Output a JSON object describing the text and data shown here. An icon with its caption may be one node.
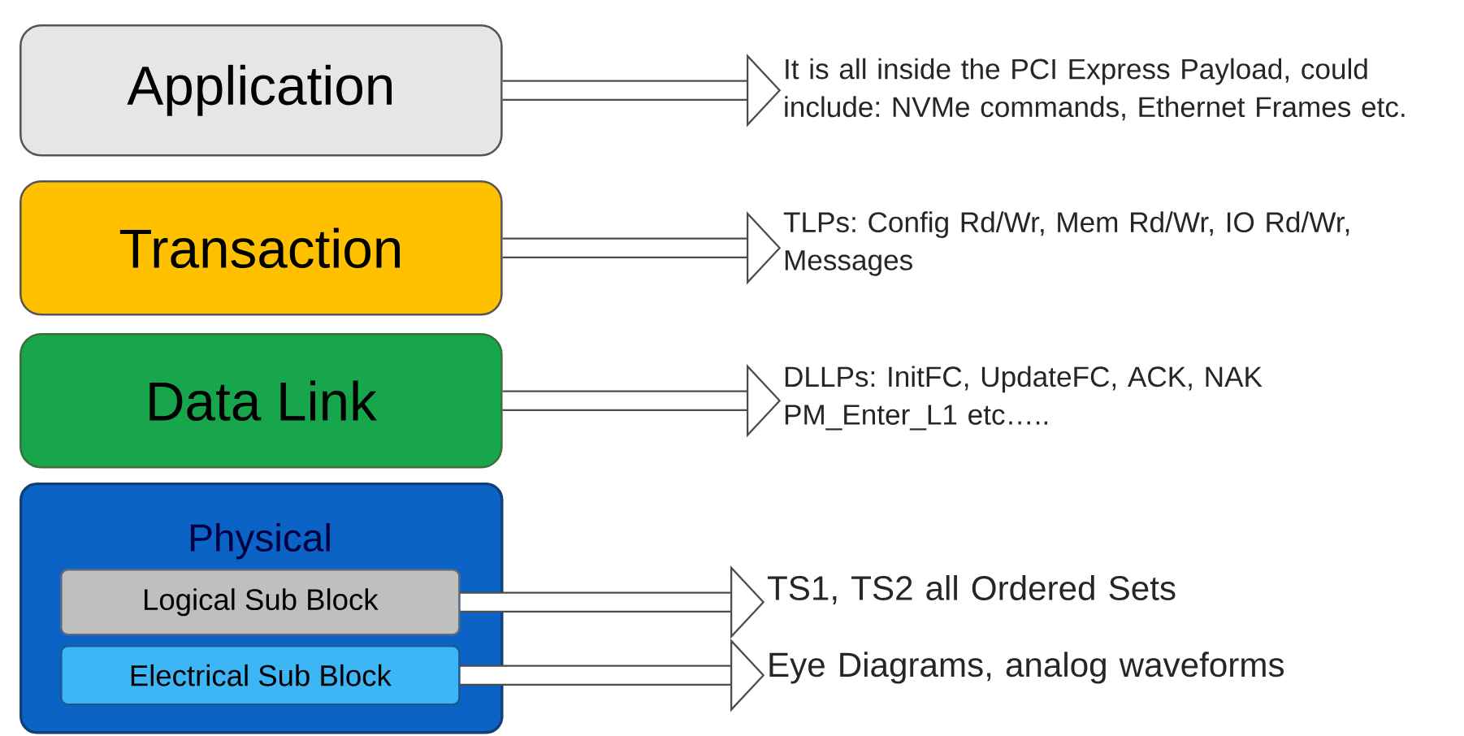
{
  "diagram": {
    "nodes": [
      {
        "text": [
          "Application"
        ]
      },
      {
        "text": [
          "Transaction"
        ]
      },
      {
        "text": [
          "Data Link"
        ]
      },
      {
        "text": [
          "Physical"
        ]
      },
      {
        "text": [
          "Logical Sub Block"
        ],
        "in": 3
      },
      {
        "text": [
          "Electrical Sub Block"
        ],
        "in": 3
      },
      {
        "text": [
          "It is all inside the PCI Express Payload, could include: NVMe commands, Ethernet Frames etc."
        ]
      },
      {
        "text": [
          "TLPs: Config Rd/Wr, Mem Rd/Wr, IO Rd/Wr, Messages"
        ]
      },
      {
        "text": [
          "DLLPs: InitFC, UpdateFC, ACK, NAK PM_Enter_L1 etc….."
        ]
      },
      {
        "text": [
          "TS1, TS2 all Ordered Sets"
        ]
      },
      {
        "text": [
          "Eye Diagrams, analog waveforms"
        ]
      }
    ],
    "edges": [
      {
        "from": 0,
        "to": 6,
        "arrow": "to"
      },
      {
        "from": 1,
        "to": 7,
        "arrow": "to"
      },
      {
        "from": 2,
        "to": 8,
        "arrow": "to"
      },
      {
        "from": 4,
        "to": 9,
        "arrow": "to"
      },
      {
        "from": 5,
        "to": 10,
        "arrow": "to"
      }
    ]
  }
}
